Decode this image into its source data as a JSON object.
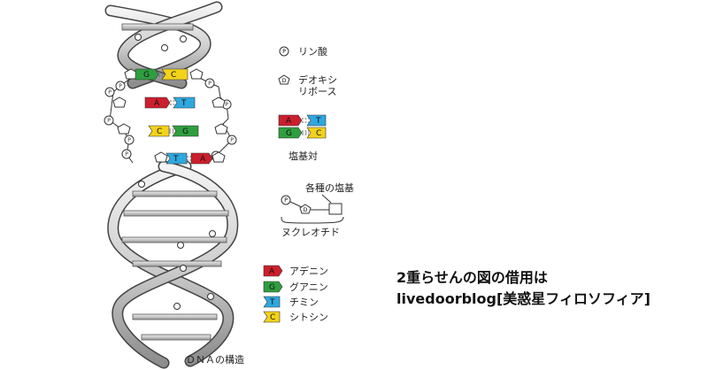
{
  "diagram": {
    "title": "ＤＮＡの構造",
    "legend_top": {
      "phosphate_symbol": "P",
      "phosphate_label": "リン酸",
      "sugar_symbol": "D",
      "sugar_label_line1": "デオキシ",
      "sugar_label_line2": "リボース",
      "base_pair_label": "塩基対",
      "nucleotide_base_label": "各種の塩基",
      "nucleotide_label": "ヌクレオチド"
    },
    "legend_bases": [
      {
        "letter": "A",
        "name": "アデニン",
        "color": "#cc1f2d"
      },
      {
        "letter": "G",
        "name": "グアニン",
        "color": "#2f9e3f"
      },
      {
        "letter": "T",
        "name": "チミン",
        "color": "#2fa8e0"
      },
      {
        "letter": "C",
        "name": "シトシン",
        "color": "#f2d21a"
      }
    ],
    "pairs": [
      {
        "left": "G",
        "right": "C"
      },
      {
        "left": "A",
        "right": "T"
      },
      {
        "left": "C",
        "right": "G"
      },
      {
        "left": "T",
        "right": "A"
      }
    ]
  },
  "caption": {
    "line1": "2重らせんの図の借用は",
    "line2": "livedoorblog[美惑星フィロソフィア]"
  }
}
